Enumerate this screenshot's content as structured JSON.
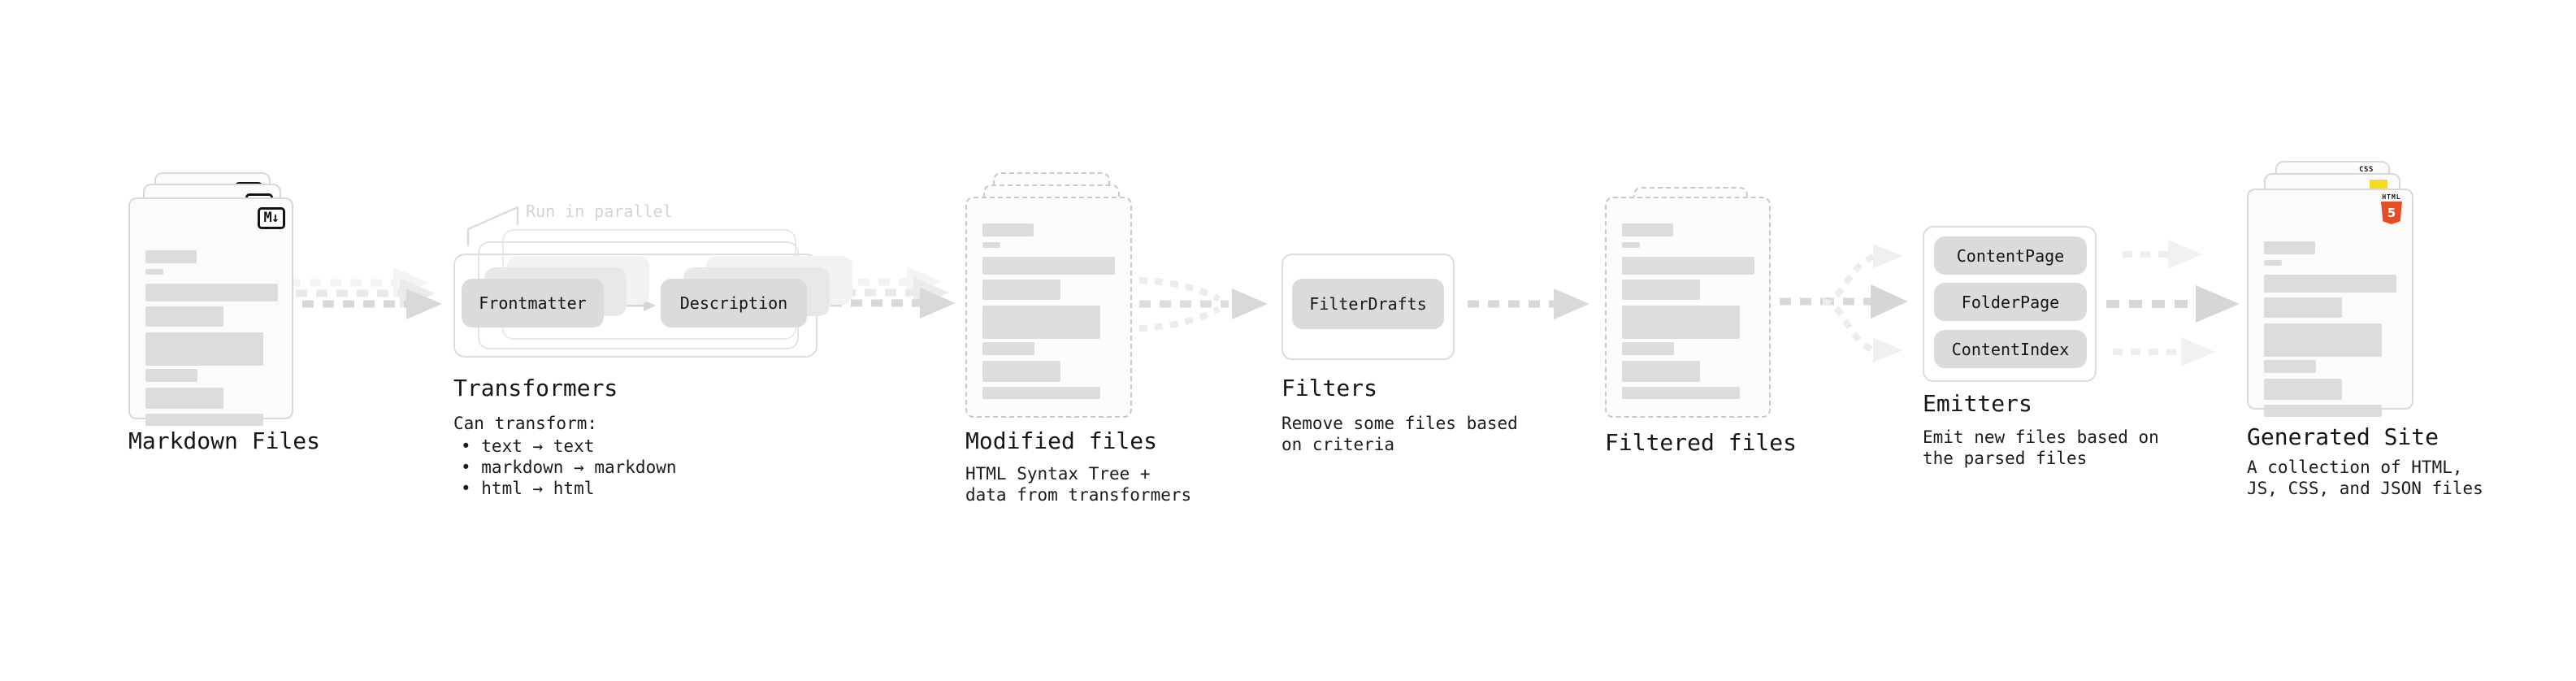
{
  "pipeline": {
    "markdown_files": {
      "label": "Markdown Files",
      "badge": "M↓"
    },
    "transformers": {
      "label": "Transformers",
      "annotation": "Run in parallel",
      "pill_frontmatter": "Frontmatter",
      "pill_description": "Description",
      "caption_title": "Can transform:",
      "bullets": [
        "• text → text",
        "• markdown → markdown",
        "• html → html"
      ]
    },
    "modified_files": {
      "label": "Modified files",
      "caption": "HTML Syntax Tree +\ndata from transformers"
    },
    "filters": {
      "label": "Filters",
      "pill": "FilterDrafts",
      "caption": "Remove some files based\non criteria"
    },
    "filtered_files": {
      "label": "Filtered files"
    },
    "emitters": {
      "label": "Emitters",
      "pills": [
        "ContentPage",
        "FolderPage",
        "ContentIndex"
      ],
      "caption": "Emit new files based on\nthe parsed files"
    },
    "generated_site": {
      "label": "Generated Site",
      "caption": "A collection of HTML,\nJS, CSS, and JSON files",
      "html_badge_label": "HTML",
      "html_badge_number": "5",
      "css_badge_label": "CSS"
    },
    "colors": {
      "html5_orange": "#e44d26",
      "js_yellow": "#f5de19",
      "css_blue": "#2965f1"
    }
  }
}
